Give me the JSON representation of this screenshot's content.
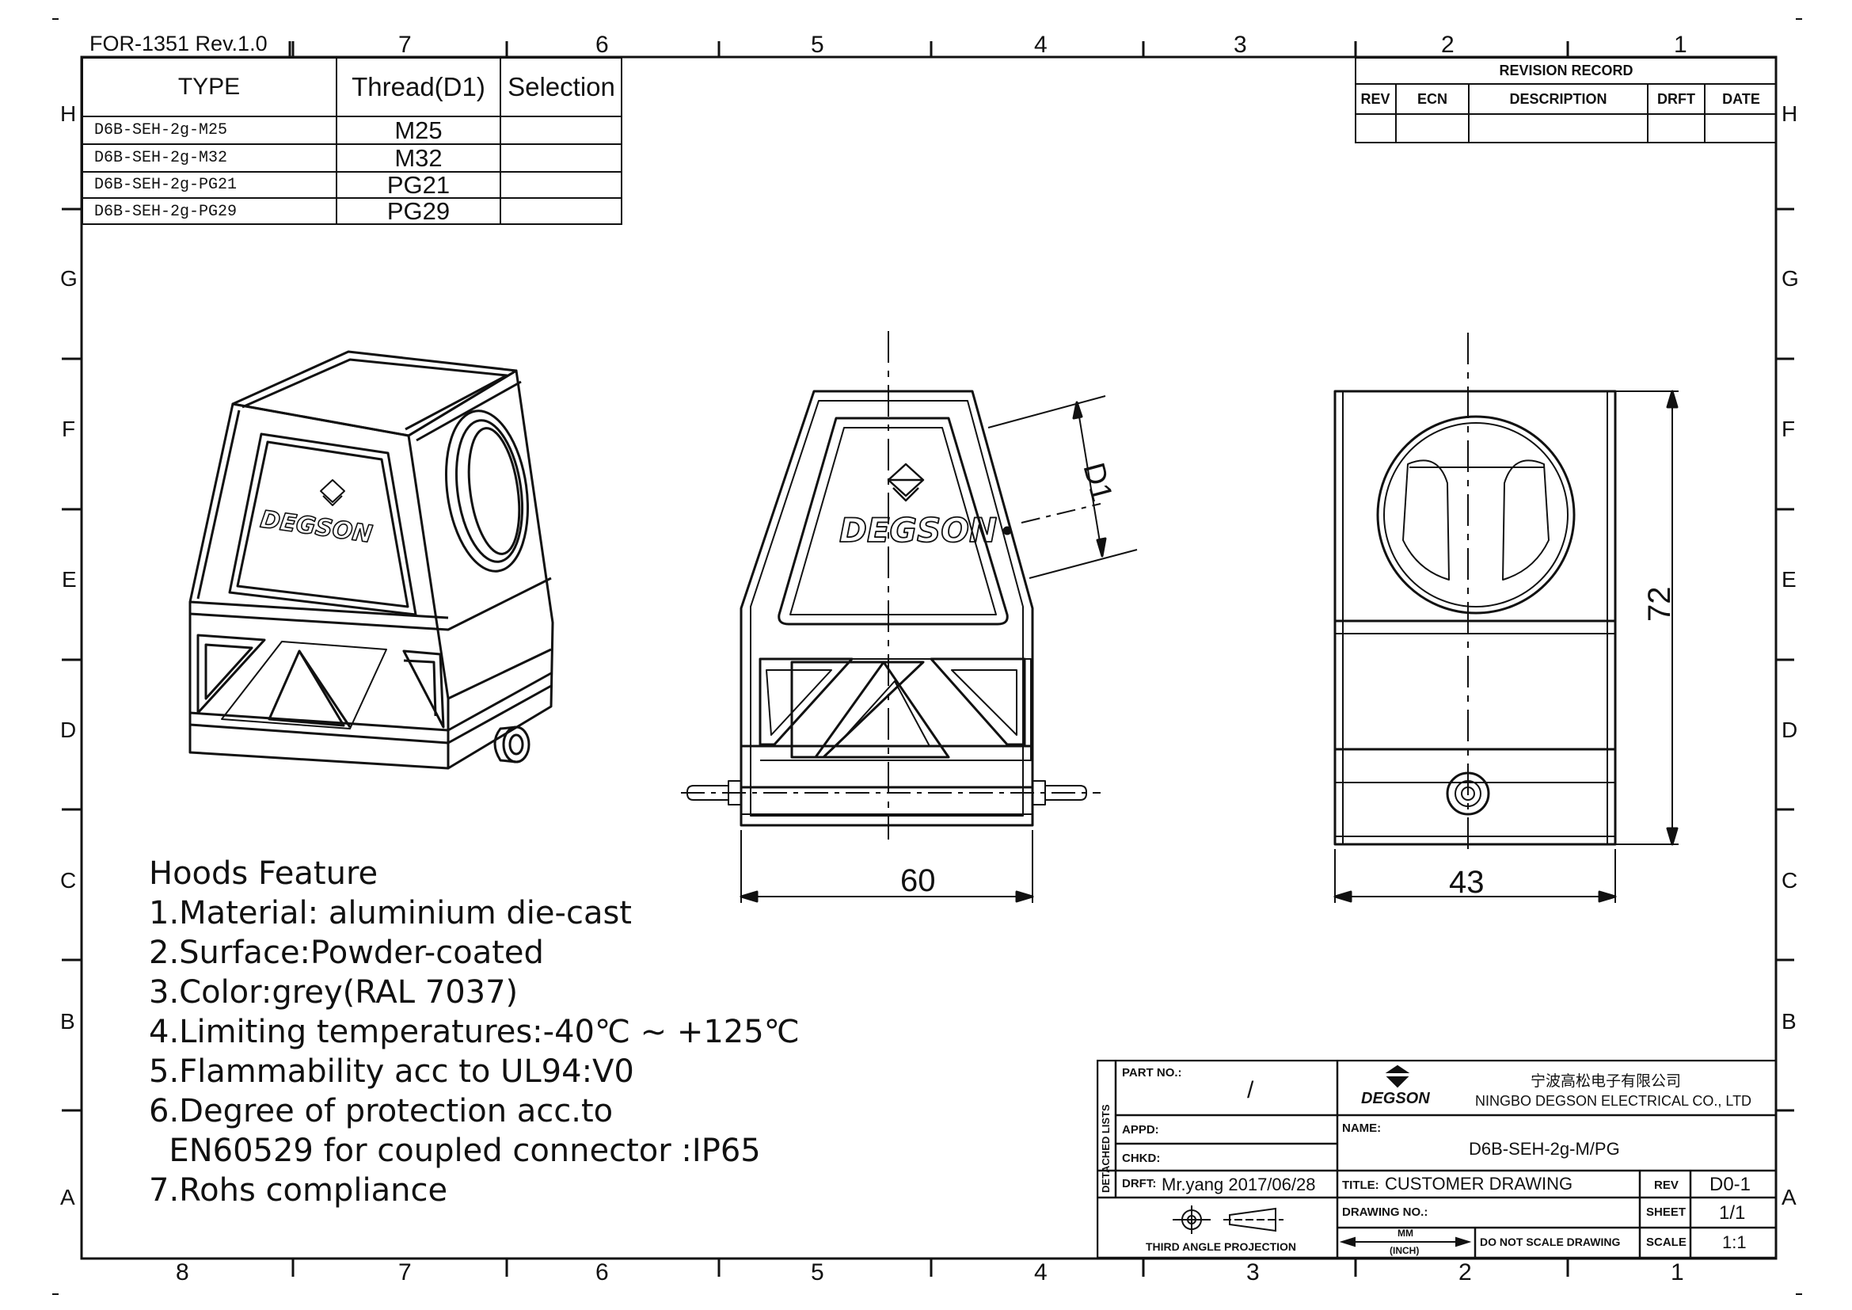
{
  "form_ref": "FOR-1351  Rev.1.0",
  "columns_top": [
    "7",
    "6",
    "5",
    "4",
    "3",
    "2",
    "1"
  ],
  "columns_bottom": [
    "8",
    "7",
    "6",
    "5",
    "4",
    "3",
    "2",
    "1"
  ],
  "rows_left": [
    "H",
    "G",
    "F",
    "E",
    "D",
    "C",
    "B",
    "A"
  ],
  "rows_right": [
    "H",
    "G",
    "F",
    "E",
    "D",
    "C",
    "B",
    "A"
  ],
  "type_table": {
    "headers": [
      "TYPE",
      "Thread(D1)",
      "Selection"
    ],
    "rows": [
      {
        "type": "D6B-SEH-2g-M25",
        "thread": "M25",
        "selection": ""
      },
      {
        "type": "D6B-SEH-2g-M32",
        "thread": "M32",
        "selection": ""
      },
      {
        "type": "D6B-SEH-2g-PG21",
        "thread": "PG21",
        "selection": ""
      },
      {
        "type": "D6B-SEH-2g-PG29",
        "thread": "PG29",
        "selection": ""
      }
    ]
  },
  "revision_record": {
    "title": "REVISION  RECORD",
    "headers": [
      "REV",
      "ECN",
      "DESCRIPTION",
      "DRFT",
      "DATE"
    ]
  },
  "drawing": {
    "brand": "DEGSON",
    "dim_width": "60",
    "dim_depth": "43",
    "dim_height": "72",
    "dim_thread": "D1"
  },
  "features": {
    "title": "Hoods Feature",
    "items": [
      "1.Material: aluminium die-cast",
      "2.Surface:Powder-coated",
      "3.Color:grey(RAL 7037)",
      "4.Limiting temperatures:-40℃ ~ +125℃",
      "5.Flammability acc to UL94:V0",
      "6.Degree of protection acc.to",
      "  EN60529 for coupled connector :IP65",
      "7.Rohs compliance"
    ]
  },
  "title_block": {
    "part_no_label": "PART NO.:",
    "part_no_value": "/",
    "detached_lists": "DETACHED LISTS",
    "appd_label": "APPD:",
    "chkd_label": "CHKD:",
    "drft_label": "DRFT:",
    "drft_value": "Mr.yang  2017/06/28",
    "projection_label": "THIRD  ANGLE  PROJECTION",
    "company_logo": "DEGSON",
    "company_cn": "宁波高松电子有限公司",
    "company_en": "NINGBO DEGSON ELECTRICAL CO., LTD",
    "name_label": "NAME:",
    "name_value": "D6B-SEH-2g-M/PG",
    "title_label": "TITLE:",
    "title_value": "CUSTOMER  DRAWING",
    "rev_label": "REV",
    "rev_value": "D0-1",
    "drawing_no_label": "DRAWING NO.:",
    "sheet_label": "SHEET",
    "sheet_value": "1/1",
    "units_mm": "MM",
    "units_inch": "(INCH)",
    "no_scale": "DO NOT SCALE DRAWING",
    "scale_label": "SCALE",
    "scale_value": "1:1"
  }
}
